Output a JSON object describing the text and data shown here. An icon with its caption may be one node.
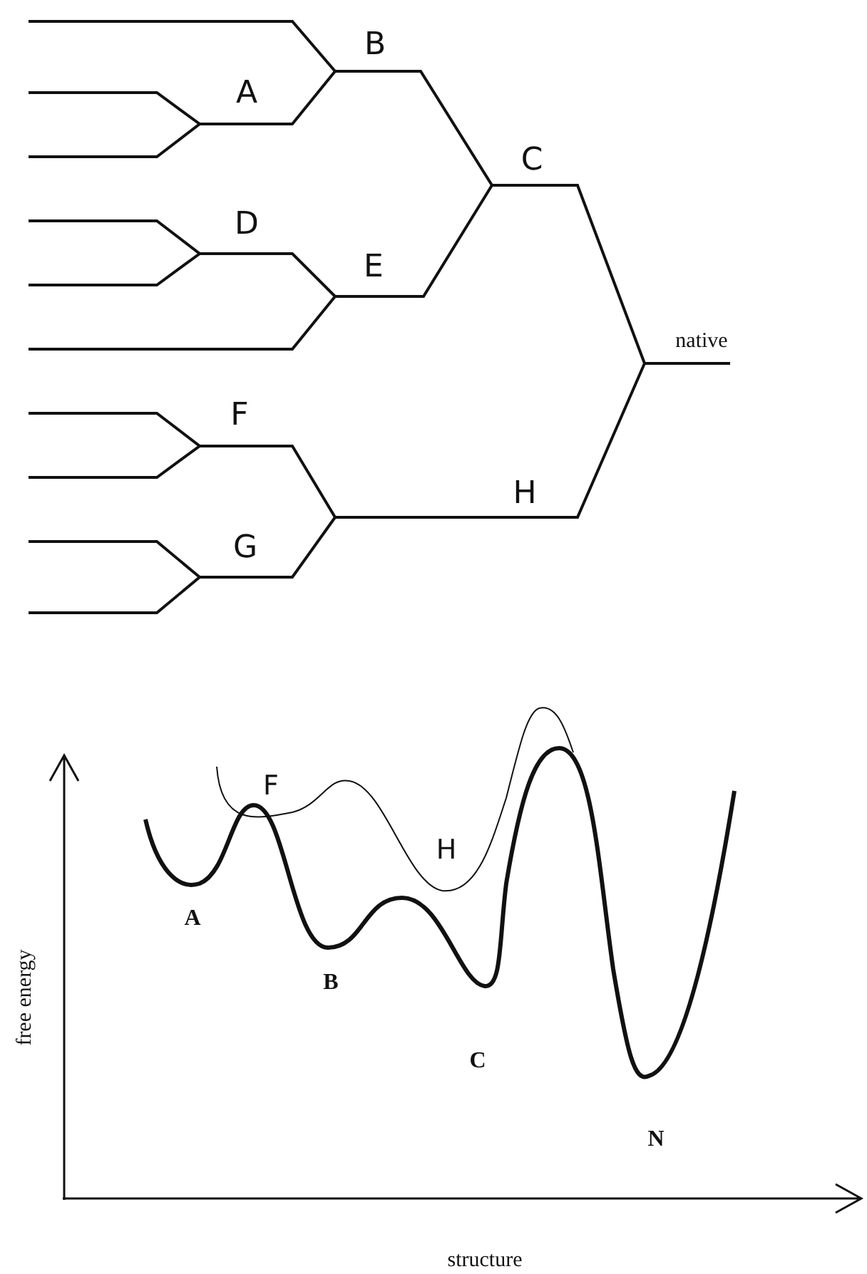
{
  "diagram": {
    "labels": [
      "B",
      "A",
      "C",
      "D",
      "E",
      "native",
      "F",
      "G",
      "H",
      "F",
      "H",
      "A",
      "B",
      "C",
      "N",
      "free energy",
      "structure"
    ]
  }
}
